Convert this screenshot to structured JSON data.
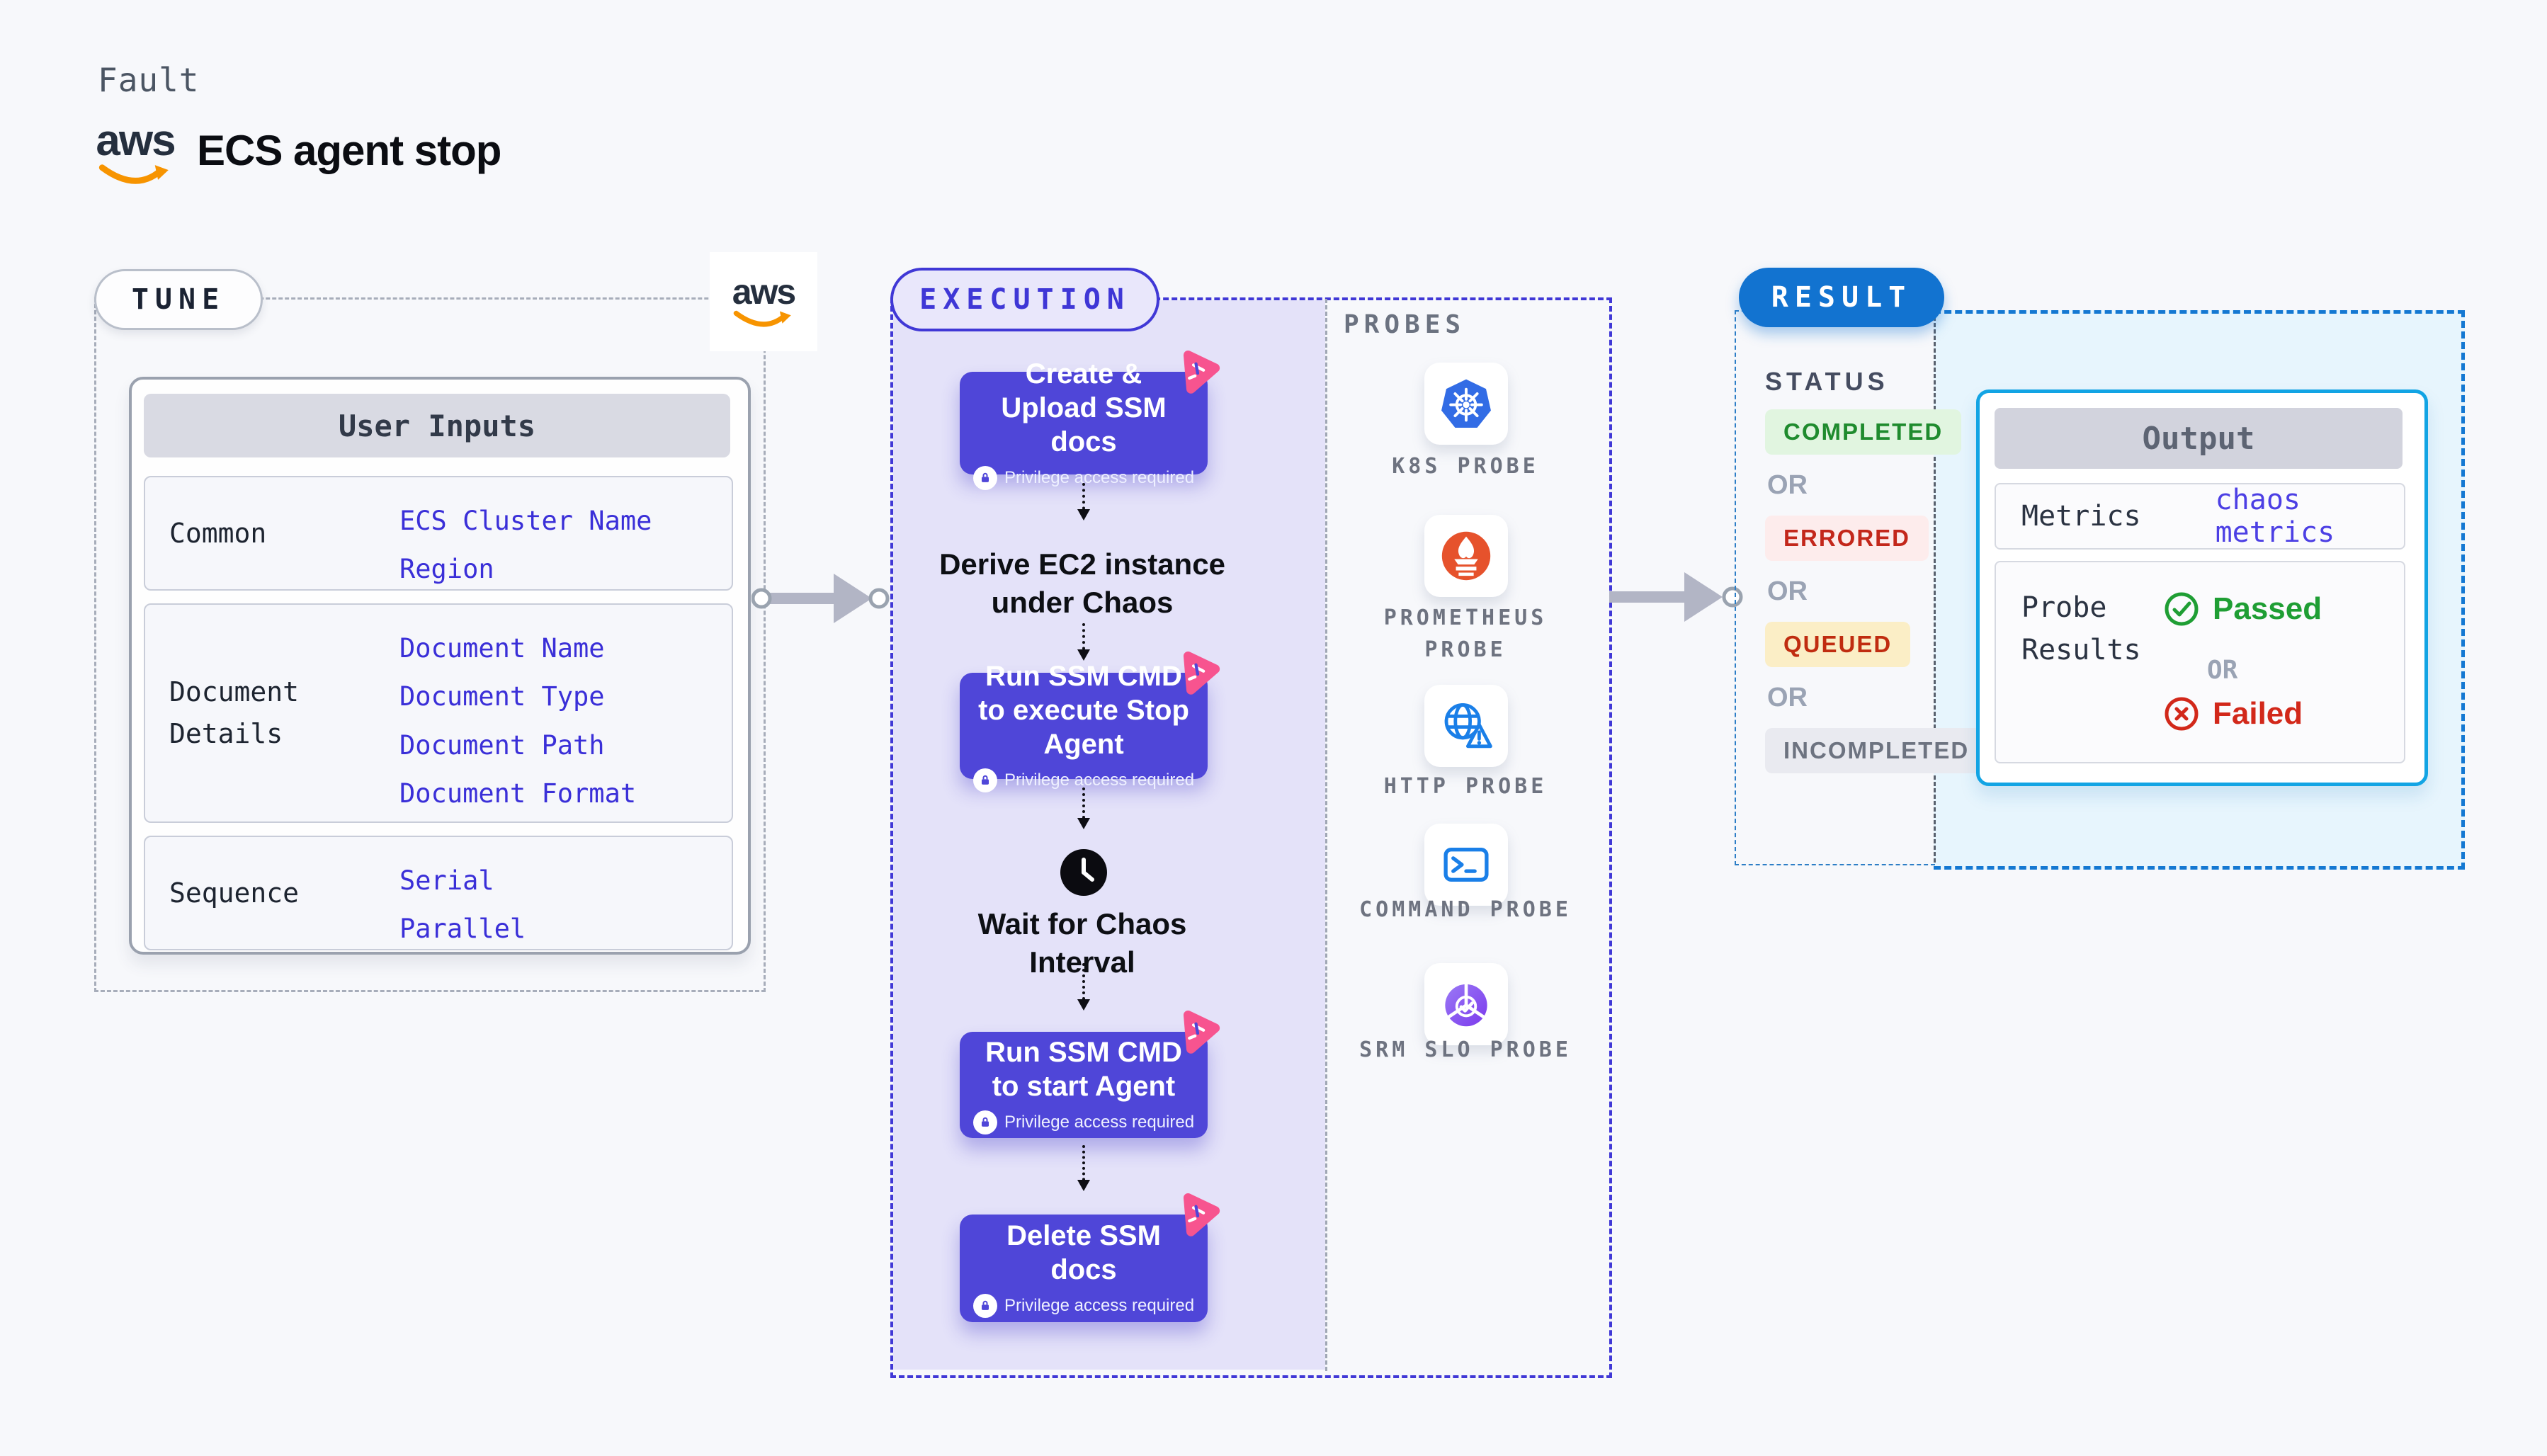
{
  "page": {
    "eyebrow": "Fault",
    "title": "ECS agent stop",
    "brand": "aws"
  },
  "tune": {
    "pill": "TUNE",
    "panel_header": "User Inputs",
    "rows": [
      {
        "label": "Common",
        "values": [
          "ECS Cluster Name",
          "Region"
        ]
      },
      {
        "label": "Document Details",
        "values": [
          "Document Name",
          "Document Type",
          "Document Path",
          "Document Format"
        ]
      },
      {
        "label": "Sequence",
        "values": [
          "Serial",
          "Parallel"
        ]
      }
    ]
  },
  "execution": {
    "pill": "EXECUTION",
    "nodes": [
      {
        "title": "Create & Upload SSM docs",
        "badge": "Privilege access required",
        "icon": "chaos-experiment-icon"
      },
      {
        "title": "Run SSM CMD to execute Stop Agent",
        "badge": "Privilege access required",
        "icon": "chaos-experiment-icon"
      },
      {
        "title": "Run SSM CMD to start Agent",
        "badge": "Privilege access required",
        "icon": "chaos-experiment-icon"
      },
      {
        "title": "Delete SSM docs",
        "badge": "Privilege access required",
        "icon": "chaos-experiment-icon"
      }
    ],
    "annotations": [
      {
        "title": "Derive EC2 instance under Chaos"
      },
      {
        "title": "Wait for Chaos Interval",
        "icon": "clock-icon"
      }
    ]
  },
  "probes": {
    "header": "PROBES",
    "items": [
      {
        "label": "K8S PROBE",
        "icon": "kubernetes-icon"
      },
      {
        "label": "PROMETHEUS PROBE",
        "icon": "prometheus-icon"
      },
      {
        "label": "HTTP PROBE",
        "icon": "globe-alert-icon"
      },
      {
        "label": "COMMAND PROBE",
        "icon": "terminal-icon"
      },
      {
        "label": "SRM SLO PROBE",
        "icon": "slo-donut-check-icon"
      }
    ]
  },
  "result": {
    "pill": "RESULT",
    "status": {
      "header": "STATUS",
      "separator": "OR",
      "badges": [
        {
          "label": "COMPLETED",
          "color": "#1f8b2e",
          "bg": "#e1f5e0"
        },
        {
          "label": "ERRORED",
          "color": "#c3271b",
          "bg": "#fdecec"
        },
        {
          "label": "QUEUED",
          "color": "#c02c10",
          "bg": "#fbeec6"
        },
        {
          "label": "INCOMPLETED",
          "color": "#6d7380",
          "bg": "#e9eaf0"
        }
      ]
    },
    "output": {
      "header": "Output",
      "metrics_label": "Metrics",
      "metrics_value": "chaos metrics",
      "probe_results_label": "Probe Results",
      "separator": "OR",
      "passed_label": "Passed",
      "failed_label": "Failed"
    }
  },
  "colors": {
    "node_indigo": "#4f46d8",
    "execution_accent": "#4038d6",
    "execution_lane_bg": "#e4e2f9",
    "result_blue": "#1273d0",
    "result_area_bg": "#e7f5fd",
    "output_border": "#12a4e4",
    "input_value_blue": "#3a2fd8",
    "chaos_metrics_blue": "#4c3fe4",
    "passed_green": "#1f9e34",
    "failed_red": "#d2281a",
    "pink_experiment": "#f7548f",
    "aws_orange": "#f79400",
    "arrow_gray": "#b2b5c5"
  }
}
